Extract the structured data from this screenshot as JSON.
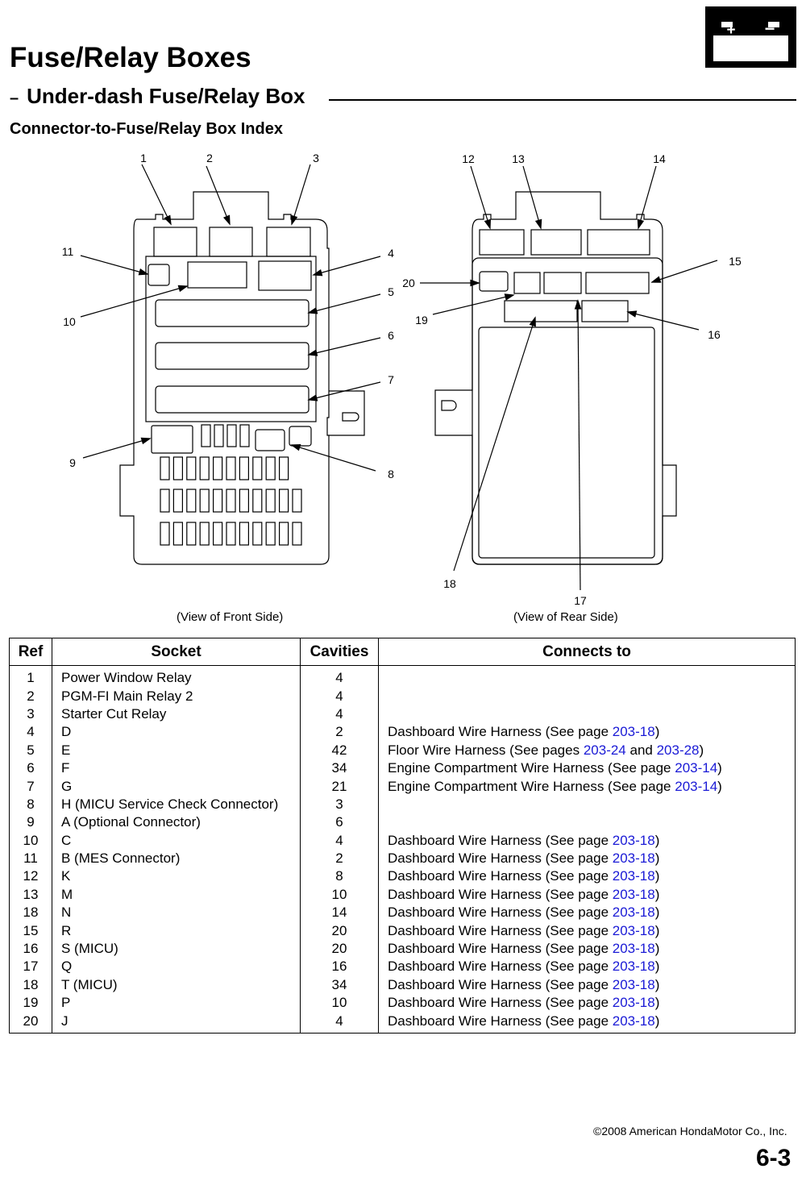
{
  "header": {
    "title": "Fuse/Relay Boxes",
    "subtitle_dash": "–",
    "subtitle": "Under-dash Fuse/Relay Box",
    "section": "Connector-to-Fuse/Relay Box Index",
    "battery_plus": "+",
    "battery_minus": "−"
  },
  "diagram": {
    "front_caption": "(View of Front Side)",
    "rear_caption": "(View of Rear Side)",
    "callouts": [
      "1",
      "2",
      "3",
      "4",
      "5",
      "6",
      "7",
      "8",
      "9",
      "10",
      "11",
      "12",
      "13",
      "14",
      "15",
      "16",
      "17",
      "18",
      "19",
      "20"
    ]
  },
  "table": {
    "headers": {
      "ref": "Ref",
      "socket": "Socket",
      "cavities": "Cavities",
      "connects": "Connects to"
    },
    "rows": [
      {
        "ref": "1",
        "socket": "Power Window Relay",
        "cavities": "4",
        "pre": "",
        "link1": "",
        "mid": "",
        "link2": "",
        "post": ""
      },
      {
        "ref": "2",
        "socket": "PGM-FI Main Relay 2",
        "cavities": "4",
        "pre": "",
        "link1": "",
        "mid": "",
        "link2": "",
        "post": ""
      },
      {
        "ref": "3",
        "socket": "Starter Cut Relay",
        "cavities": "4",
        "pre": "",
        "link1": "",
        "mid": "",
        "link2": "",
        "post": ""
      },
      {
        "ref": "4",
        "socket": "D",
        "cavities": "2",
        "pre": "Dashboard Wire Harness (See page ",
        "link1": "203-18",
        "mid": "",
        "link2": "",
        "post": ")"
      },
      {
        "ref": "5",
        "socket": "E",
        "cavities": "42",
        "pre": "Floor Wire Harness (See pages ",
        "link1": "203-24",
        "mid": " and ",
        "link2": "203-28",
        "post": ")"
      },
      {
        "ref": "6",
        "socket": "F",
        "cavities": "34",
        "pre": "Engine Compartment Wire Harness (See page ",
        "link1": "203-14",
        "mid": "",
        "link2": "",
        "post": ")"
      },
      {
        "ref": "7",
        "socket": "G",
        "cavities": "21",
        "pre": "Engine Compartment Wire Harness (See page ",
        "link1": "203-14",
        "mid": "",
        "link2": "",
        "post": ")"
      },
      {
        "ref": "8",
        "socket": "H (MICU Service Check Connector)",
        "cavities": "3",
        "pre": "",
        "link1": "",
        "mid": "",
        "link2": "",
        "post": ""
      },
      {
        "ref": "9",
        "socket": "A (Optional Connector)",
        "cavities": "6",
        "pre": "",
        "link1": "",
        "mid": "",
        "link2": "",
        "post": ""
      },
      {
        "ref": "10",
        "socket": "C",
        "cavities": "4",
        "pre": "Dashboard Wire Harness (See page ",
        "link1": "203-18",
        "mid": "",
        "link2": "",
        "post": ")"
      },
      {
        "ref": "11",
        "socket": "B (MES Connector)",
        "cavities": "2",
        "pre": "Dashboard Wire Harness (See page ",
        "link1": "203-18",
        "mid": "",
        "link2": "",
        "post": ")"
      },
      {
        "ref": "12",
        "socket": "K",
        "cavities": "8",
        "pre": "Dashboard Wire Harness (See page ",
        "link1": "203-18",
        "mid": "",
        "link2": "",
        "post": ")"
      },
      {
        "ref": "13",
        "socket": "M",
        "cavities": "10",
        "pre": "Dashboard Wire Harness (See page ",
        "link1": "203-18",
        "mid": "",
        "link2": "",
        "post": ")"
      },
      {
        "ref": "18",
        "socket": "N",
        "cavities": "14",
        "pre": "Dashboard Wire Harness (See page ",
        "link1": "203-18",
        "mid": "",
        "link2": "",
        "post": ")"
      },
      {
        "ref": "15",
        "socket": "R",
        "cavities": "20",
        "pre": "Dashboard Wire Harness (See page ",
        "link1": "203-18",
        "mid": "",
        "link2": "",
        "post": ")"
      },
      {
        "ref": "16",
        "socket": "S (MICU)",
        "cavities": "20",
        "pre": "Dashboard Wire Harness (See page ",
        "link1": "203-18",
        "mid": "",
        "link2": "",
        "post": ")"
      },
      {
        "ref": "17",
        "socket": "Q",
        "cavities": "16",
        "pre": "Dashboard Wire Harness (See page ",
        "link1": "203-18",
        "mid": "",
        "link2": "",
        "post": ")"
      },
      {
        "ref": "18",
        "socket": "T (MICU)",
        "cavities": "34",
        "pre": "Dashboard Wire Harness (See page ",
        "link1": "203-18",
        "mid": "",
        "link2": "",
        "post": ")"
      },
      {
        "ref": "19",
        "socket": "P",
        "cavities": "10",
        "pre": "Dashboard Wire Harness (See page ",
        "link1": "203-18",
        "mid": "",
        "link2": "",
        "post": ")"
      },
      {
        "ref": "20",
        "socket": "J",
        "cavities": "4",
        "pre": "Dashboard Wire Harness (See page ",
        "link1": "203-18",
        "mid": "",
        "link2": "",
        "post": ")"
      }
    ]
  },
  "footer": {
    "copyright": "©2008 American HondaMotor Co., Inc.",
    "page_number": "6-3"
  }
}
